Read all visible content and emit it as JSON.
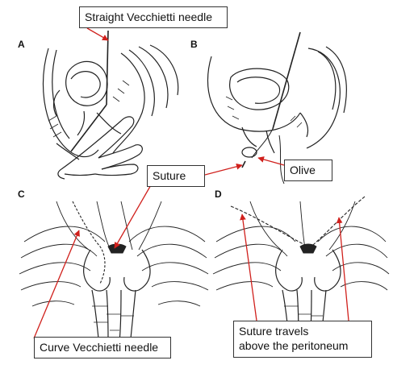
{
  "panels": {
    "a": "A",
    "b": "B",
    "c": "C",
    "d": "D"
  },
  "callouts": {
    "straight_needle": "Straight Vecchietti needle",
    "suture": "Suture",
    "olive": "Olive",
    "curve_needle": "Curve Vecchietti needle",
    "suture_travels_line1": "Suture travels",
    "suture_travels_line2": "above the peritoneum"
  },
  "colors": {
    "arrow": "#d0201c",
    "ink": "#222222"
  }
}
